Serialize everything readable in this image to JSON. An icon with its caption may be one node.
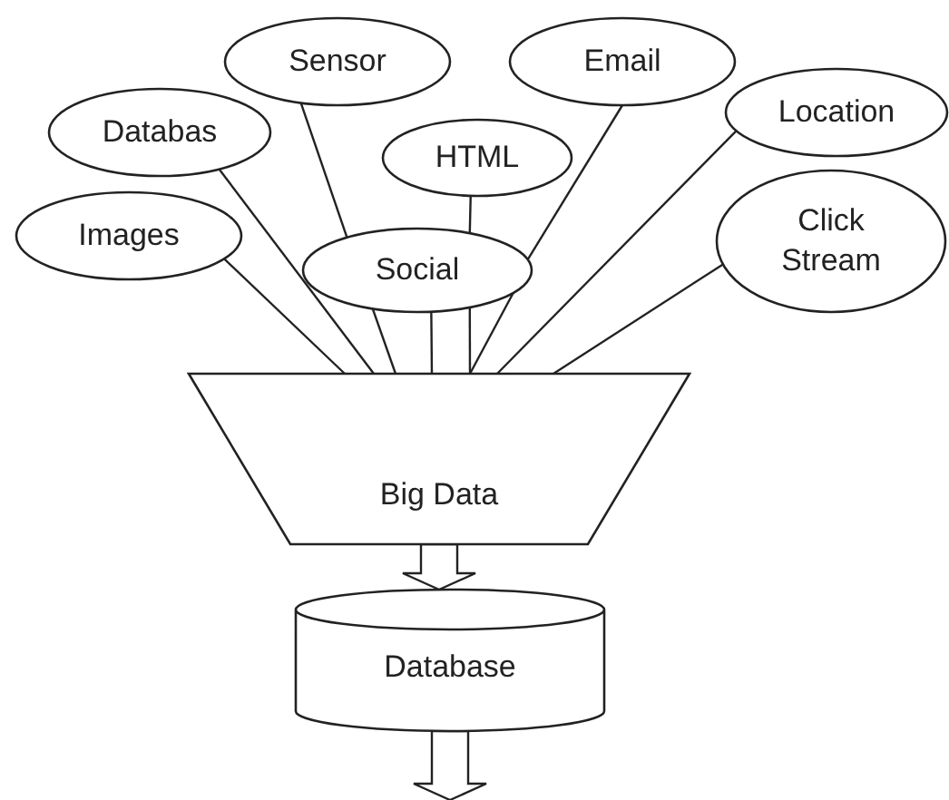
{
  "diagram": {
    "nodes": [
      {
        "text": [
          "Sensor"
        ]
      },
      {
        "text": [
          "Email"
        ]
      },
      {
        "text": [
          "Location"
        ]
      },
      {
        "text": [
          "Databas"
        ]
      },
      {
        "text": [
          "HTML"
        ]
      },
      {
        "text": [
          "Images"
        ]
      },
      {
        "text": [
          "Click Stream"
        ]
      },
      {
        "text": [
          "Social"
        ]
      },
      {
        "text": [
          "Big Data"
        ]
      },
      {
        "text": [
          "Database"
        ]
      }
    ],
    "edges": [
      {
        "from": 5,
        "to": 8,
        "arrow": "none"
      },
      {
        "from": 3,
        "to": 8,
        "arrow": "none"
      },
      {
        "from": 0,
        "to": 7,
        "arrow": "none"
      },
      {
        "from": 4,
        "to": 7,
        "arrow": "none"
      },
      {
        "from": 1,
        "to": 7,
        "arrow": "none"
      },
      {
        "from": 2,
        "to": 8,
        "arrow": "none"
      },
      {
        "from": 6,
        "to": 8,
        "arrow": "none"
      },
      {
        "from": 7,
        "to": 8,
        "arrow": "none"
      },
      {
        "from": 7,
        "to": 8,
        "arrow": "none"
      },
      {
        "from": 7,
        "to": 8,
        "arrow": "none"
      },
      {
        "from": 7,
        "to": 8,
        "arrow": "none"
      },
      {
        "from": 8,
        "to": 9,
        "arrow": "to"
      },
      {
        "from": 9,
        "to": null,
        "arrow": "to"
      }
    ]
  }
}
